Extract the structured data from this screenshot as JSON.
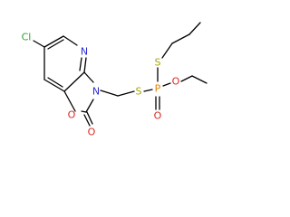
{
  "structure": {
    "atoms": {
      "cl": "Cl",
      "n_pyridine": "N",
      "n_oxazolone": "N",
      "o_ring": "O",
      "o_carbonyl": "O",
      "s_methylene": "S",
      "p": "P",
      "s_propyl": "S",
      "o_ethoxy": "O",
      "o_phosphoryl": "O"
    }
  },
  "colors": {
    "carbon_bond": "#000000",
    "chlorine": "#2fa02f",
    "nitrogen": "#2b2bcc",
    "oxygen": "#d62b1f",
    "sulfur": "#a6a600",
    "phosphorus": "#d98400"
  }
}
